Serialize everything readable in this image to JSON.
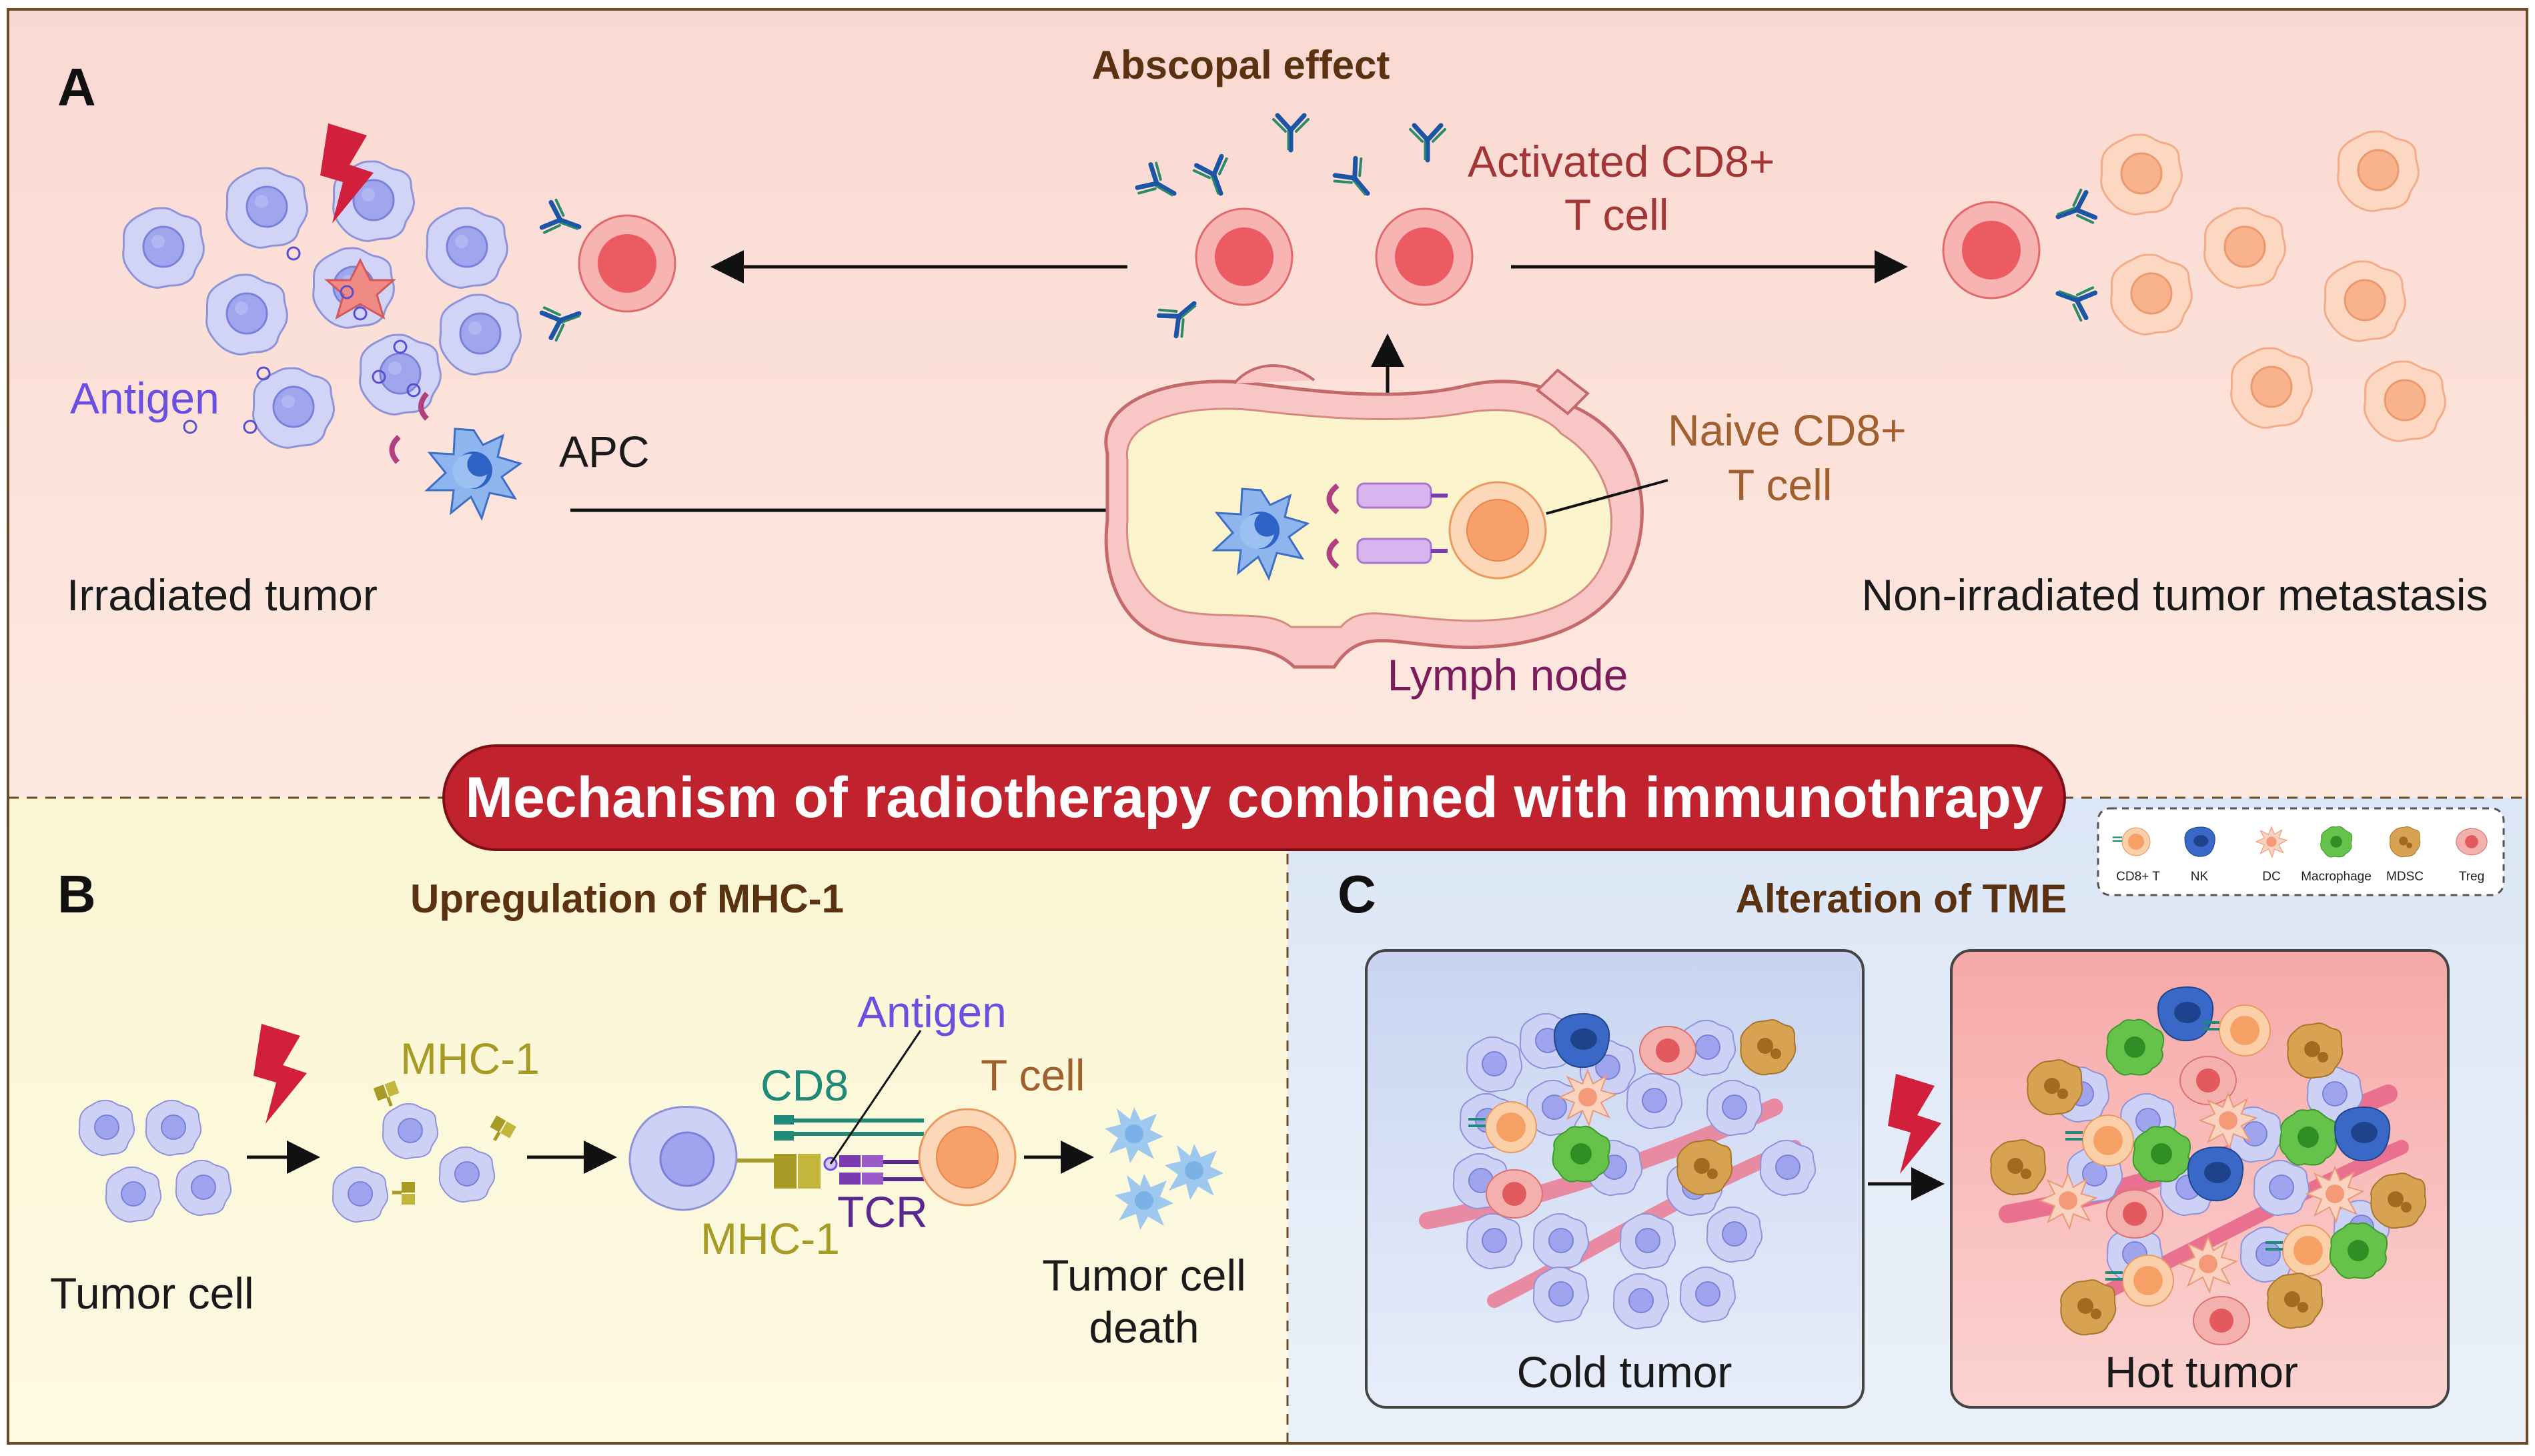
{
  "colors": {
    "panel_a_bg": "#fbe3dd",
    "panel_b_bg": "#fbf7d8",
    "panel_c_bg": "#e3ecf8",
    "banner": "#c0222e",
    "tumor_cell": "#c9cdf6",
    "activated_t": "#f59c9c",
    "naive_t": "#f8c49c",
    "antibody_blue": "#1c54a6",
    "antibody_green": "#2a8a6a",
    "lightning": "#d2203c",
    "mhc_olive": "#a79a25",
    "tcr_purple": "#5a2690",
    "cd8_teal": "#1f8a77"
  },
  "banner": {
    "title": "Mechanism of radiotherapy combined with immunothrapy"
  },
  "panel_a": {
    "letter": "A",
    "title": "Abscopal effect",
    "label_antigen": "Antigen",
    "label_apc": "APC",
    "label_irradiated": "Irradiated tumor",
    "label_activated_line1": "Activated CD8+",
    "label_activated_line2": "T cell",
    "label_naive_line1": "Naive CD8+",
    "label_naive_line2": "T cell",
    "label_lymph": "Lymph node",
    "label_metastasis": "Non-irradiated tumor metastasis"
  },
  "panel_b": {
    "letter": "B",
    "title": "Upregulation of MHC-1",
    "label_tumor_cell": "Tumor cell",
    "label_mhc_top": "MHC-1",
    "label_mhc_bottom": "MHC-1",
    "label_cd8": "CD8",
    "label_antigen": "Antigen",
    "label_tcell": "T cell",
    "label_tcr": "TCR",
    "label_death_line1": "Tumor cell",
    "label_death_line2": "death"
  },
  "panel_c": {
    "letter": "C",
    "title": "Alteration of TME",
    "label_cold": "Cold tumor",
    "label_hot": "Hot tumor",
    "legend": [
      {
        "label": "CD8+ T",
        "icon": "cd8-t-cell-icon"
      },
      {
        "label": "NK",
        "icon": "nk-cell-icon"
      },
      {
        "label": "DC",
        "icon": "dendritic-cell-icon"
      },
      {
        "label": "Macrophage",
        "icon": "macrophage-icon"
      },
      {
        "label": "MDSC",
        "icon": "mdsc-icon"
      },
      {
        "label": "Treg",
        "icon": "treg-icon"
      }
    ]
  }
}
